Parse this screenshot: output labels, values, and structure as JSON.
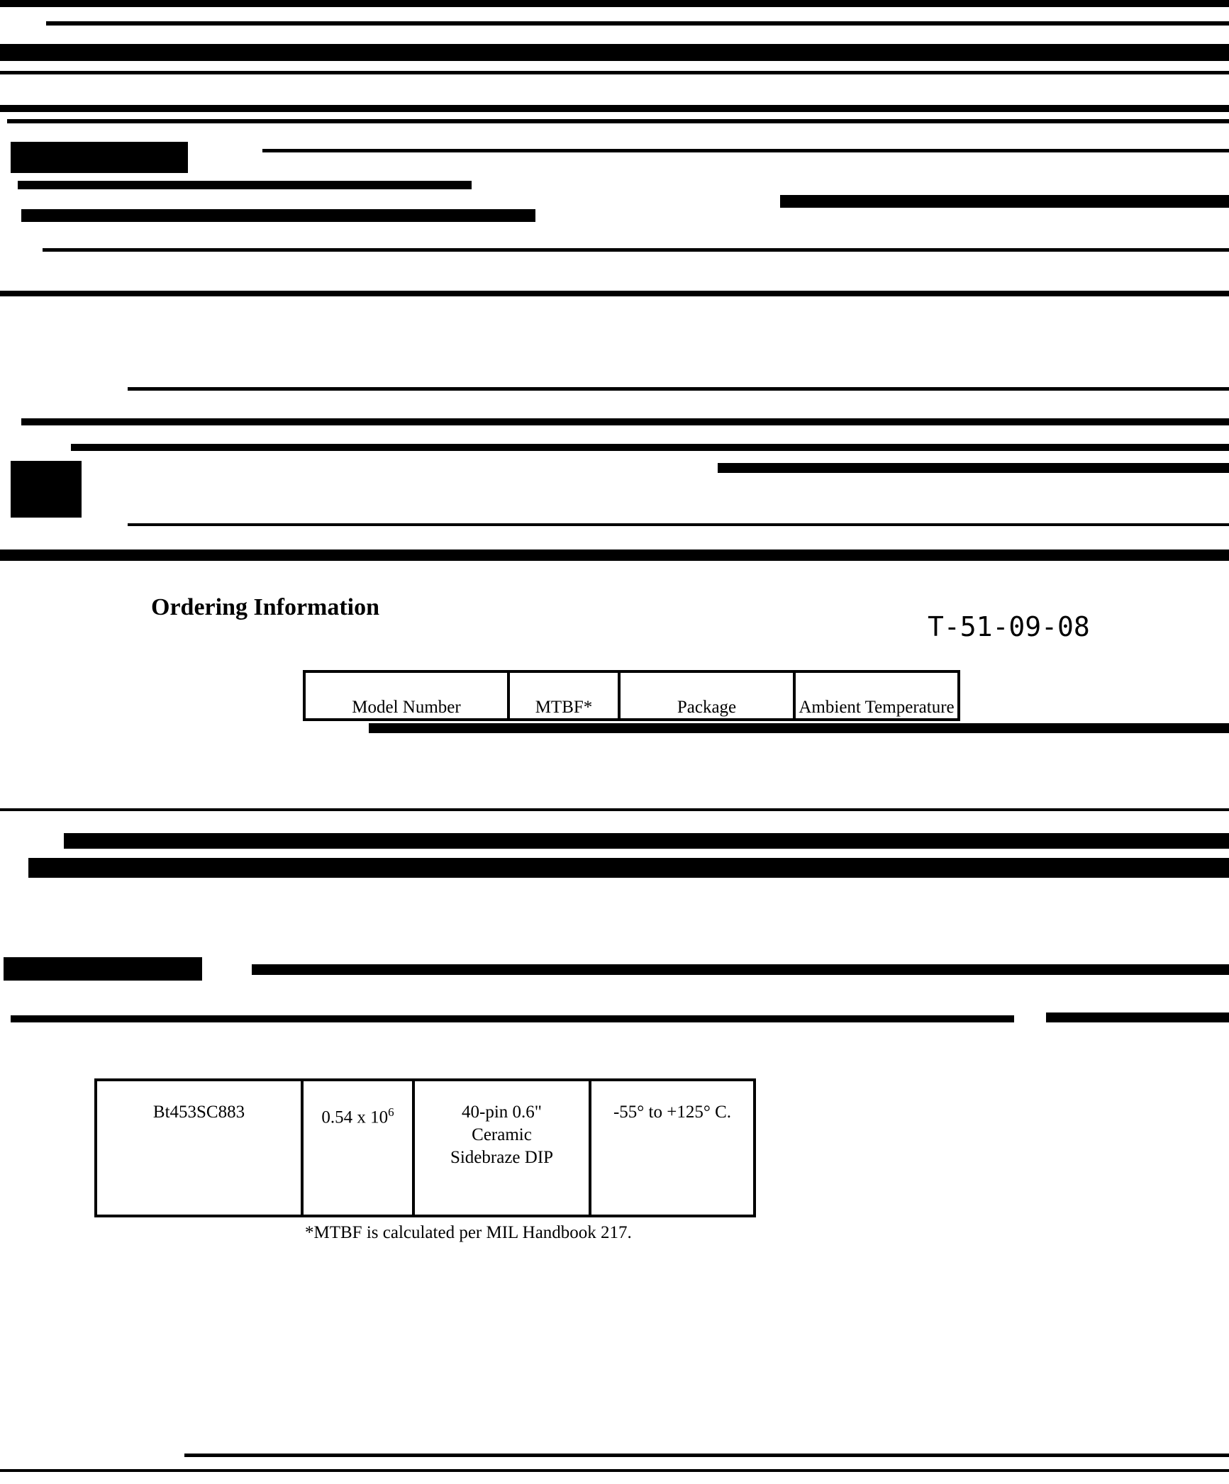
{
  "section_title": "Ordering Information",
  "document_code": "T-51-09-08",
  "table": {
    "headers": [
      "Model Number",
      "MTBF*",
      "Package",
      "Ambient Temperature"
    ],
    "rows": [
      {
        "model": "Bt453SC883",
        "mtbf": "0.54 x 10",
        "mtbf_exp": "6",
        "package": [
          "40-pin 0.6\"",
          "Ceramic",
          "Sidebraze DIP"
        ],
        "temperature": "-55° to +125° C."
      }
    ]
  },
  "footnote": "*MTBF is calculated per MIL Handbook 217."
}
